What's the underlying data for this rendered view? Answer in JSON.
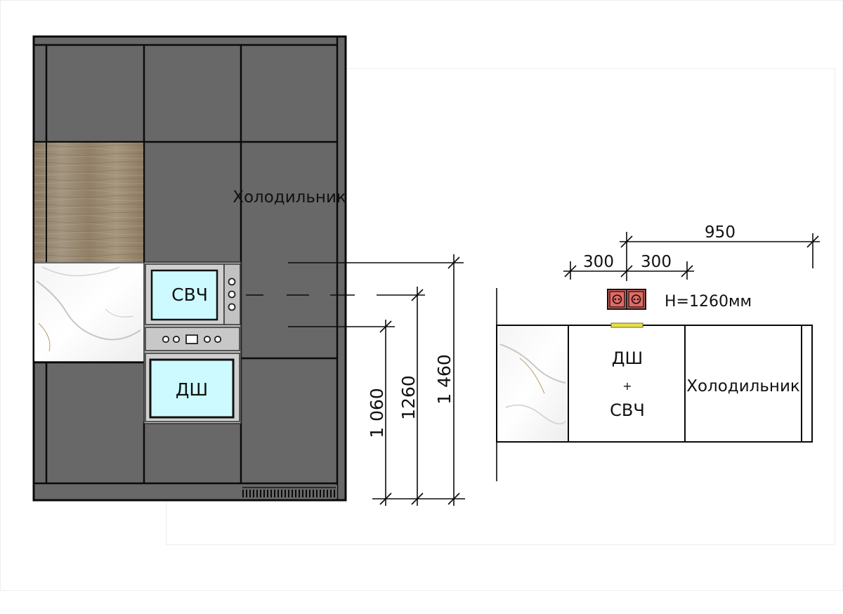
{
  "elevation": {
    "fridge_label": "Холодильник",
    "microwave_label": "СВЧ",
    "oven_label": "ДШ",
    "dim_1060": "1 060",
    "dim_1260": "1260",
    "dim_1460": "1 460"
  },
  "plan": {
    "dim_950": "950",
    "dim_300_left": "300",
    "dim_300_right": "300",
    "socket_height": "H=1260мм",
    "appliance_line1": "ДШ",
    "appliance_plus": "+",
    "appliance_line2": "СВЧ",
    "fridge_label": "Холодильник"
  },
  "colors": {
    "cabinet": "#686868",
    "cabinet_line": "#0a0a0a",
    "appliance_steel": "#bdbdbd",
    "oven_glass": "#ccfaff",
    "socket": "#e46a66",
    "socket_plate": "#e8e04a"
  }
}
